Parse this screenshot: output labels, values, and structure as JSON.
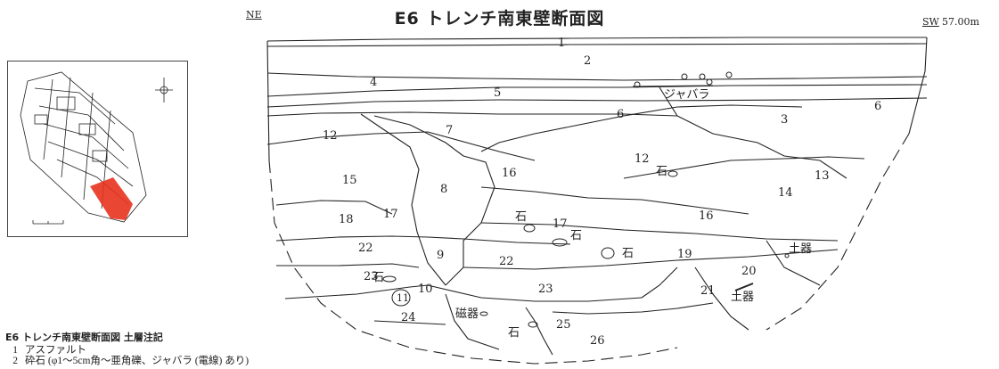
{
  "title": "E6 トレンチ南東壁断面図",
  "direction_left": "NE",
  "direction_right": "SW",
  "elevation": "57.00m",
  "layer_labels": [
    "1",
    "2",
    "3",
    "4",
    "5",
    "6",
    "6",
    "7",
    "8",
    "9",
    "10",
    "11",
    "12",
    "12",
    "13",
    "14",
    "15",
    "16",
    "16",
    "17",
    "17",
    "18",
    "19",
    "20",
    "21",
    "22",
    "22",
    "23",
    "23",
    "24",
    "25",
    "26"
  ],
  "feature_labels": {
    "jabara": "ジャバラ",
    "stone": "石",
    "pottery": "土器",
    "porcelain": "磁器"
  },
  "legend": {
    "title": "E6 トレンチ南東壁断面図 土層注記",
    "items": [
      {
        "no": "1",
        "text": "アスファルト"
      },
      {
        "no": "2",
        "text": "砕石 (φ1～5cm角～亜角礫、ジャバラ (電線) あり)"
      }
    ]
  },
  "colors": {
    "line": "#222222",
    "highlight": "#e8321e"
  }
}
